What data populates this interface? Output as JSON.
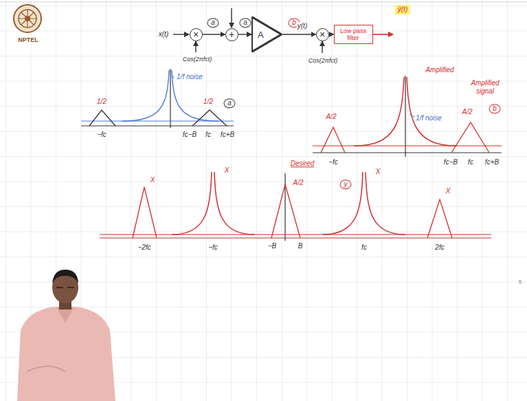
{
  "diagram": {
    "nodes": [
      {
        "text": [
          "×"
        ]
      },
      {
        "text": [
          "+"
        ]
      },
      {
        "text": [
          "A"
        ]
      },
      {
        "text": [
          "×"
        ]
      },
      {
        "text": [
          "Low pass filter"
        ]
      }
    ],
    "edges": [
      {
        "from": 0,
        "to": 1,
        "arrow": "to"
      },
      {
        "from": 1,
        "to": 2,
        "arrow": "to"
      },
      {
        "from": 2,
        "to": 3,
        "arrow": "to"
      },
      {
        "from": 3,
        "to": 4,
        "arrow": "to"
      }
    ],
    "labels": [
      "NPTEL",
      "x(t)",
      "a",
      "a",
      "b",
      "y(t)",
      "ŷ(t)",
      "Cos(2πfct)",
      "Cos(2πfct)",
      "1/2",
      "1/f noise",
      "1/2",
      "a",
      "−fc",
      "fc−B",
      "fc",
      "fc+B",
      "Amplified",
      "A/2",
      "1/f noise",
      "Amplified signal",
      "b",
      "A/2",
      "−fc",
      "fc−B",
      "fc",
      "fc+B",
      "X",
      "X",
      "Desired",
      "A/2",
      "y",
      "X",
      "X",
      "−2fc",
      "−fc",
      "−B",
      "B",
      "fc",
      "2fc",
      "6"
    ]
  }
}
